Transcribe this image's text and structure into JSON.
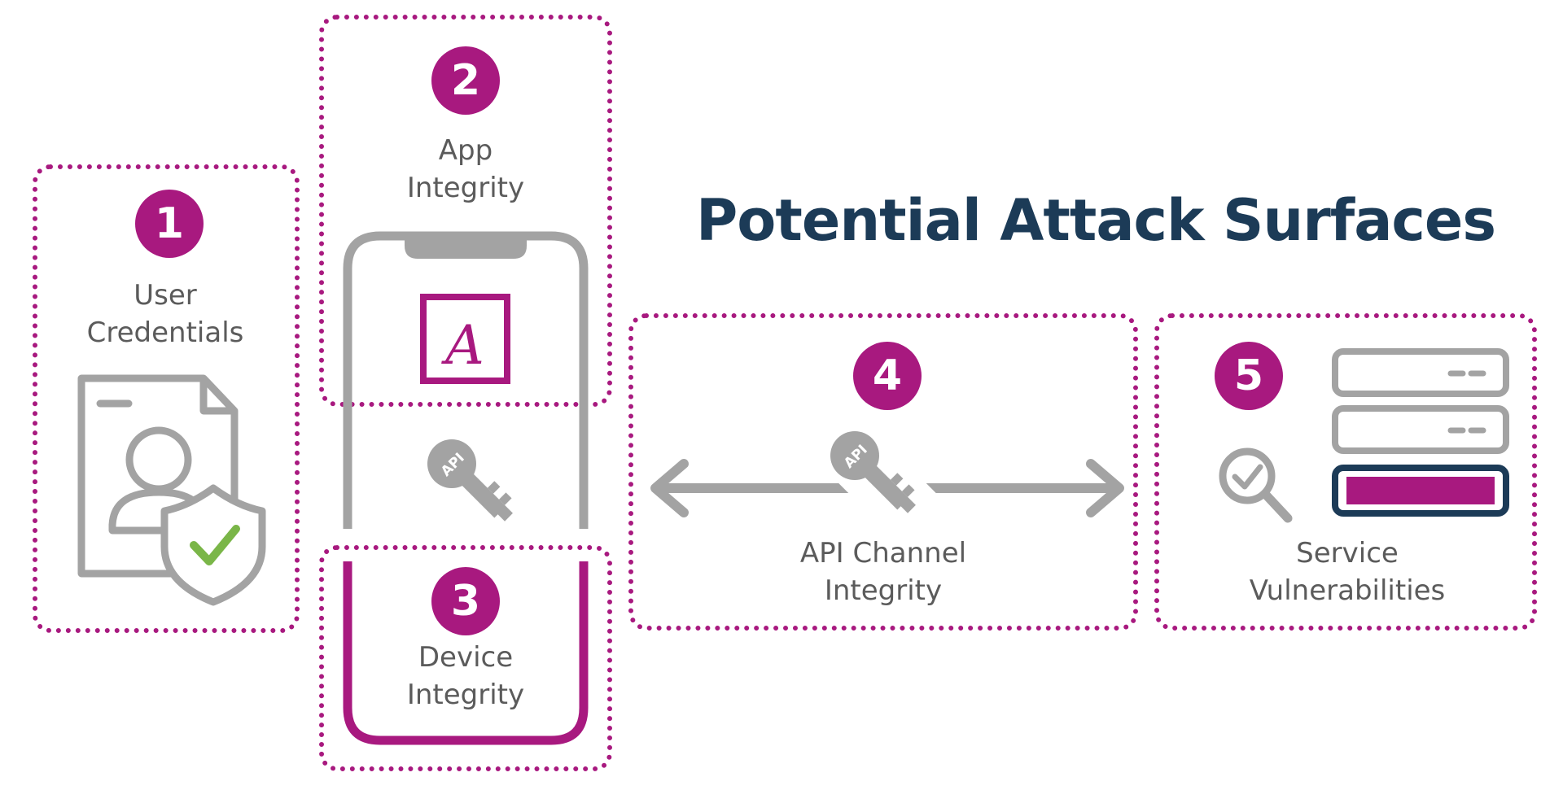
{
  "title": "Potential Attack Surfaces",
  "colors": {
    "accent": "#a8197f",
    "title": "#1c3b57",
    "icon_gray": "#a3a3a3",
    "label_gray": "#5b5b5b",
    "check_green": "#7ab648"
  },
  "surfaces": [
    {
      "number": "1",
      "line1": "User",
      "line2": "Credentials",
      "icon": "user-credentials-icon"
    },
    {
      "number": "2",
      "line1": "App",
      "line2": "Integrity",
      "icon": "app-icon"
    },
    {
      "number": "3",
      "line1": "Device",
      "line2": "Integrity",
      "icon": "phone-icon"
    },
    {
      "number": "4",
      "line1": "API Channel",
      "line2": "Integrity",
      "icon": "bidirectional-arrow-icon"
    },
    {
      "number": "5",
      "line1": "Service",
      "line2": "Vulnerabilities",
      "icon": "server-stack-icon"
    }
  ],
  "api_key_text": "API",
  "app_logo_letter": "A"
}
